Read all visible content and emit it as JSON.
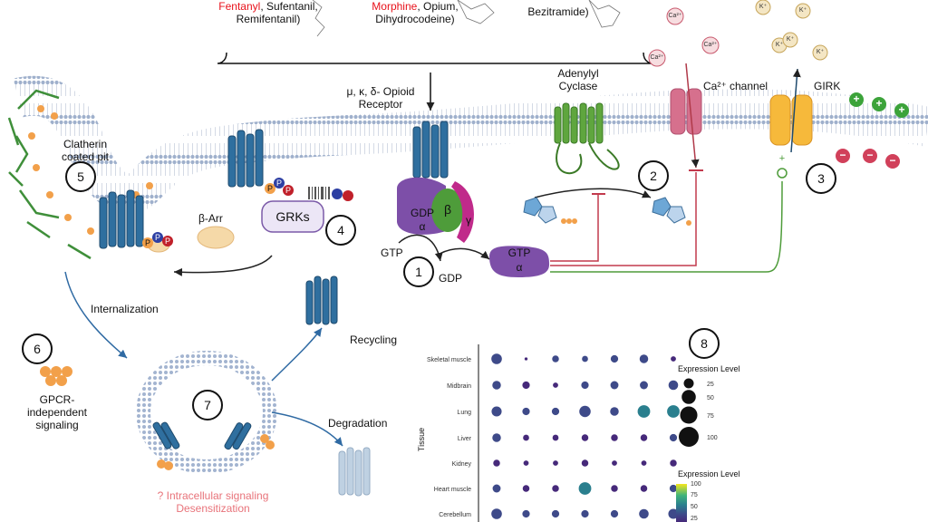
{
  "drugs": {
    "group1": {
      "line1_partial": "",
      "red": "Fentanyl",
      "rest": ", Sufentanil,",
      "line3": "Remifentanil)"
    },
    "group2": {
      "red": "Morphine",
      "rest": ", Opium,",
      "line2": "Dihydrocodeine)"
    },
    "group3": {
      "line2": "Bezitramide)"
    }
  },
  "labels": {
    "receptor": "μ, κ, δ- Opioid\nReceptor",
    "adenylyl": "Adenylyl\nCyclase",
    "ca_channel": "Ca²⁺ channel",
    "girk": "GIRK",
    "clatherin": "Clatherin\ncoated pit",
    "beta_arr": "β-Arr",
    "grks": "GRKs",
    "internalization": "Internalization",
    "recycling": "Recycling",
    "degradation": "Degradation",
    "gpcr_independent": "GPCR-\nindependent\nsignaling",
    "intracellular": "? Intracellular signaling\nDesensitization",
    "gtp_left": "GTP",
    "gdp_below": "GDP",
    "gtp_alpha": "GTP",
    "alpha": "α",
    "gdp_complex": "GDP",
    "alpha_complex": "α",
    "beta": "β",
    "gamma": "γ",
    "ion_ca": "Ca²⁺",
    "ion_k": "K⁺",
    "plus": "+",
    "minus": "−",
    "phos_p": "P"
  },
  "steps": [
    "1",
    "2",
    "3",
    "4",
    "5",
    "6",
    "7",
    "8"
  ],
  "chart_data": {
    "type": "scatter",
    "subtype": "dot-plot",
    "ylabel": "Tissue",
    "tissues": [
      "Skeletal muscle",
      "Midbrain",
      "Lung",
      "Liver",
      "Kidney",
      "Heart muscle",
      "Cerebellum"
    ],
    "columns": 7,
    "size_legend": {
      "title": "Expression Level",
      "values": [
        25,
        50,
        75,
        100
      ]
    },
    "color_legend": {
      "title": "Expression Level",
      "values": [
        100,
        75,
        50,
        25
      ],
      "colors": [
        "#f4e61e",
        "#3fb47a",
        "#2a7f8e",
        "#3e4a89",
        "#46297a"
      ]
    },
    "cells": [
      [
        {
          "size": 60,
          "level": 30
        },
        {
          "size": 5,
          "level": 20
        },
        {
          "size": 25,
          "level": 30
        },
        {
          "size": 20,
          "level": 30
        },
        {
          "size": 30,
          "level": 30
        },
        {
          "size": 40,
          "level": 30
        },
        {
          "size": 15,
          "level": 25
        }
      ],
      [
        {
          "size": 40,
          "level": 30
        },
        {
          "size": 30,
          "level": 25
        },
        {
          "size": 15,
          "level": 25
        },
        {
          "size": 30,
          "level": 30
        },
        {
          "size": 35,
          "level": 30
        },
        {
          "size": 35,
          "level": 30
        },
        {
          "size": 50,
          "level": 30
        }
      ],
      [
        {
          "size": 55,
          "level": 35
        },
        {
          "size": 30,
          "level": 30
        },
        {
          "size": 30,
          "level": 30
        },
        {
          "size": 70,
          "level": 40
        },
        {
          "size": 40,
          "level": 35
        },
        {
          "size": 85,
          "level": 55
        },
        {
          "size": 85,
          "level": 55
        }
      ],
      [
        {
          "size": 40,
          "level": 30
        },
        {
          "size": 20,
          "level": 25
        },
        {
          "size": 20,
          "level": 25
        },
        {
          "size": 25,
          "level": 25
        },
        {
          "size": 25,
          "level": 25
        },
        {
          "size": 25,
          "level": 25
        },
        {
          "size": 30,
          "level": 30
        }
      ],
      [
        {
          "size": 25,
          "level": 25
        },
        {
          "size": 15,
          "level": 25
        },
        {
          "size": 15,
          "level": 25
        },
        {
          "size": 25,
          "level": 25
        },
        {
          "size": 15,
          "level": 25
        },
        {
          "size": 15,
          "level": 25
        },
        {
          "size": 25,
          "level": 25
        }
      ],
      [
        {
          "size": 35,
          "level": 30
        },
        {
          "size": 25,
          "level": 25
        },
        {
          "size": 25,
          "level": 25
        },
        {
          "size": 85,
          "level": 65
        },
        {
          "size": 25,
          "level": 25
        },
        {
          "size": 25,
          "level": 25
        },
        {
          "size": 30,
          "level": 30
        }
      ],
      [
        {
          "size": 60,
          "level": 40
        },
        {
          "size": 30,
          "level": 30
        },
        {
          "size": 30,
          "level": 30
        },
        {
          "size": 30,
          "level": 30
        },
        {
          "size": 30,
          "level": 30
        },
        {
          "size": 50,
          "level": 35
        },
        {
          "size": 55,
          "level": 35
        }
      ]
    ]
  }
}
